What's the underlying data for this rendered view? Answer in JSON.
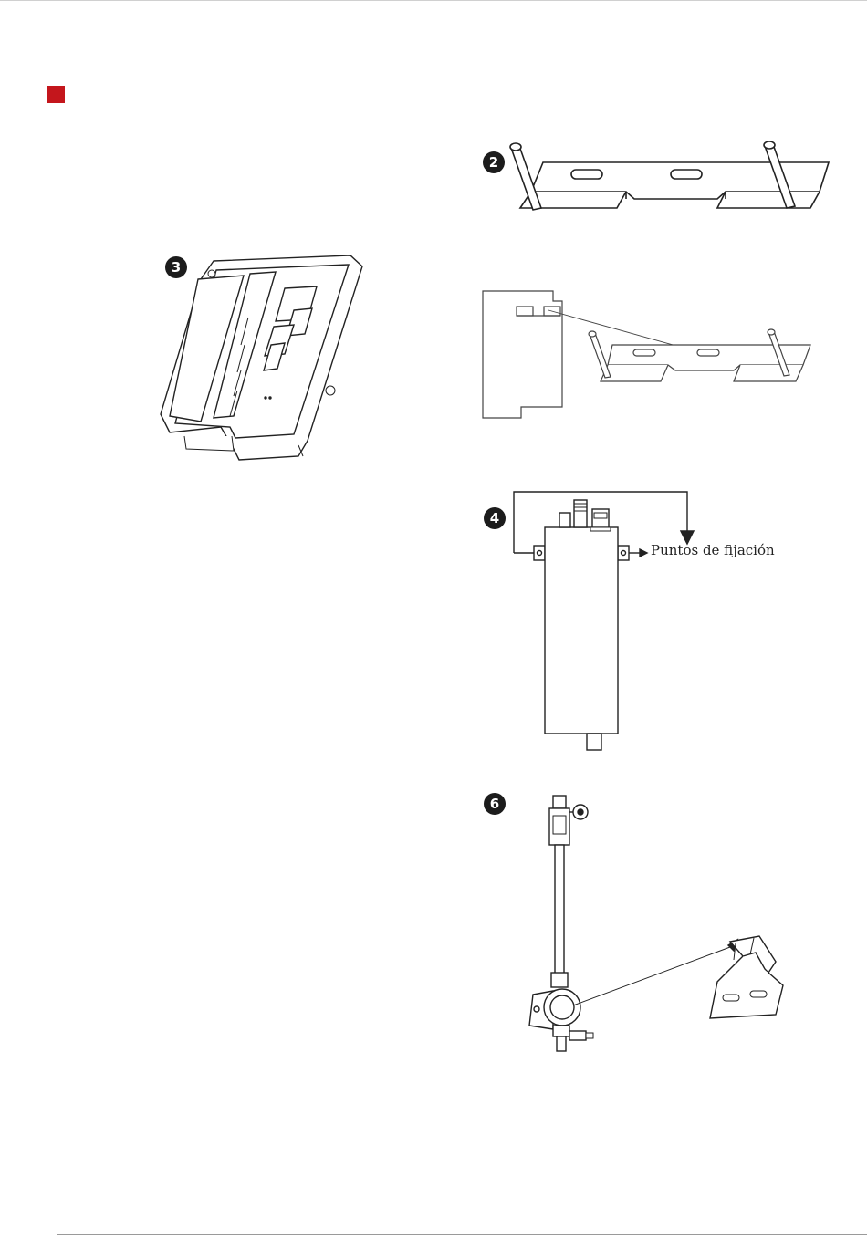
{
  "page": {
    "accent_color": "#c4161c",
    "rule_color": "#b8b8b8"
  },
  "figures": {
    "step2": {
      "number": "2"
    },
    "step3": {
      "number": "3"
    },
    "step4": {
      "number": "4",
      "callout": "Puntos de fijación"
    },
    "step6": {
      "number": "6"
    }
  }
}
